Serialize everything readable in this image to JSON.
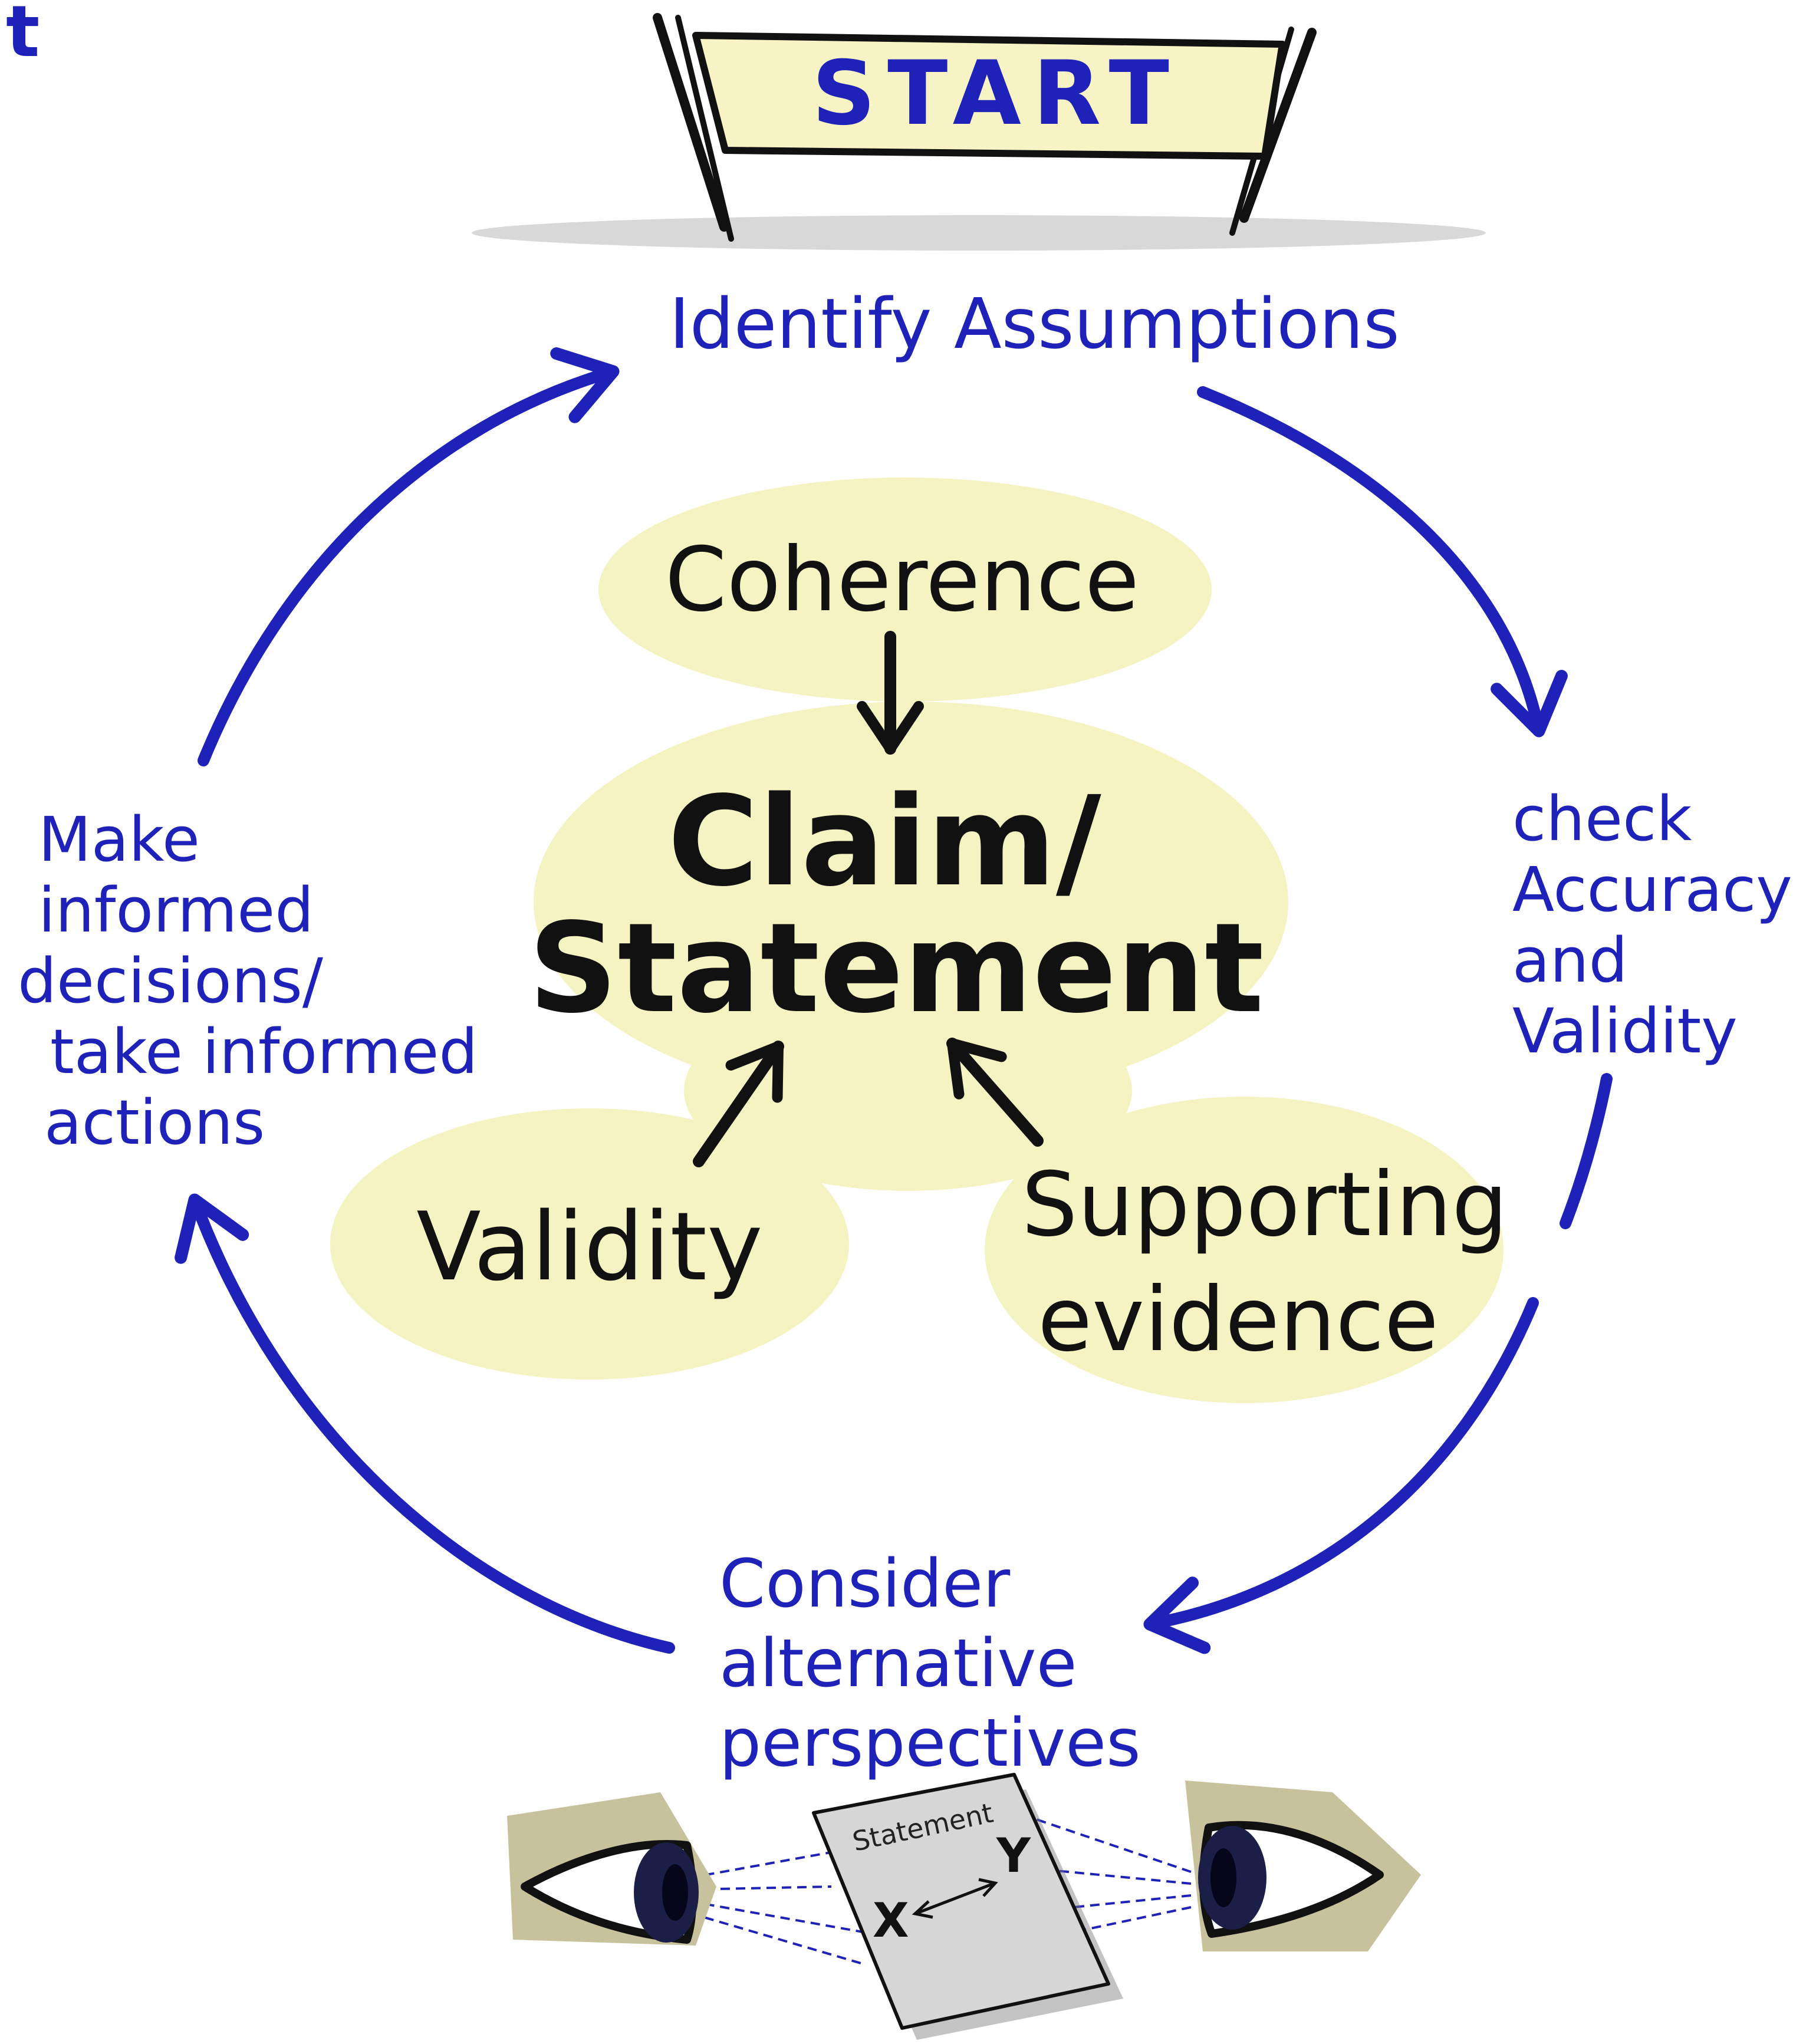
{
  "colors": {
    "blue": "#1f22b8",
    "black": "#111111",
    "highlight": "#f6f3c2",
    "banner_fill": "#f7f3c4",
    "shadow": "#b8b8b8",
    "eye_shade": "#c7c19c"
  },
  "corner_fragment": "t",
  "start_banner": {
    "label": "START"
  },
  "cycle": {
    "top": "Identify Assumptions",
    "right": [
      "check",
      "Accuracy",
      "and",
      "Validity"
    ],
    "bottom": [
      "Consider",
      "alternative",
      "perspectives"
    ],
    "left": [
      "Make",
      "informed",
      "decisions/",
      "take informed",
      "actions"
    ]
  },
  "center": {
    "coherence": "Coherence",
    "claim": [
      "Claim/",
      "Statement"
    ],
    "validity": "Validity",
    "supporting": [
      "Supporting",
      "evidence"
    ]
  },
  "illustration": {
    "paper_title": "Statement",
    "x_label": "X",
    "y_label": "Y",
    "icons": [
      "left-eye-icon",
      "statement-paper-icon",
      "right-eye-icon"
    ]
  }
}
